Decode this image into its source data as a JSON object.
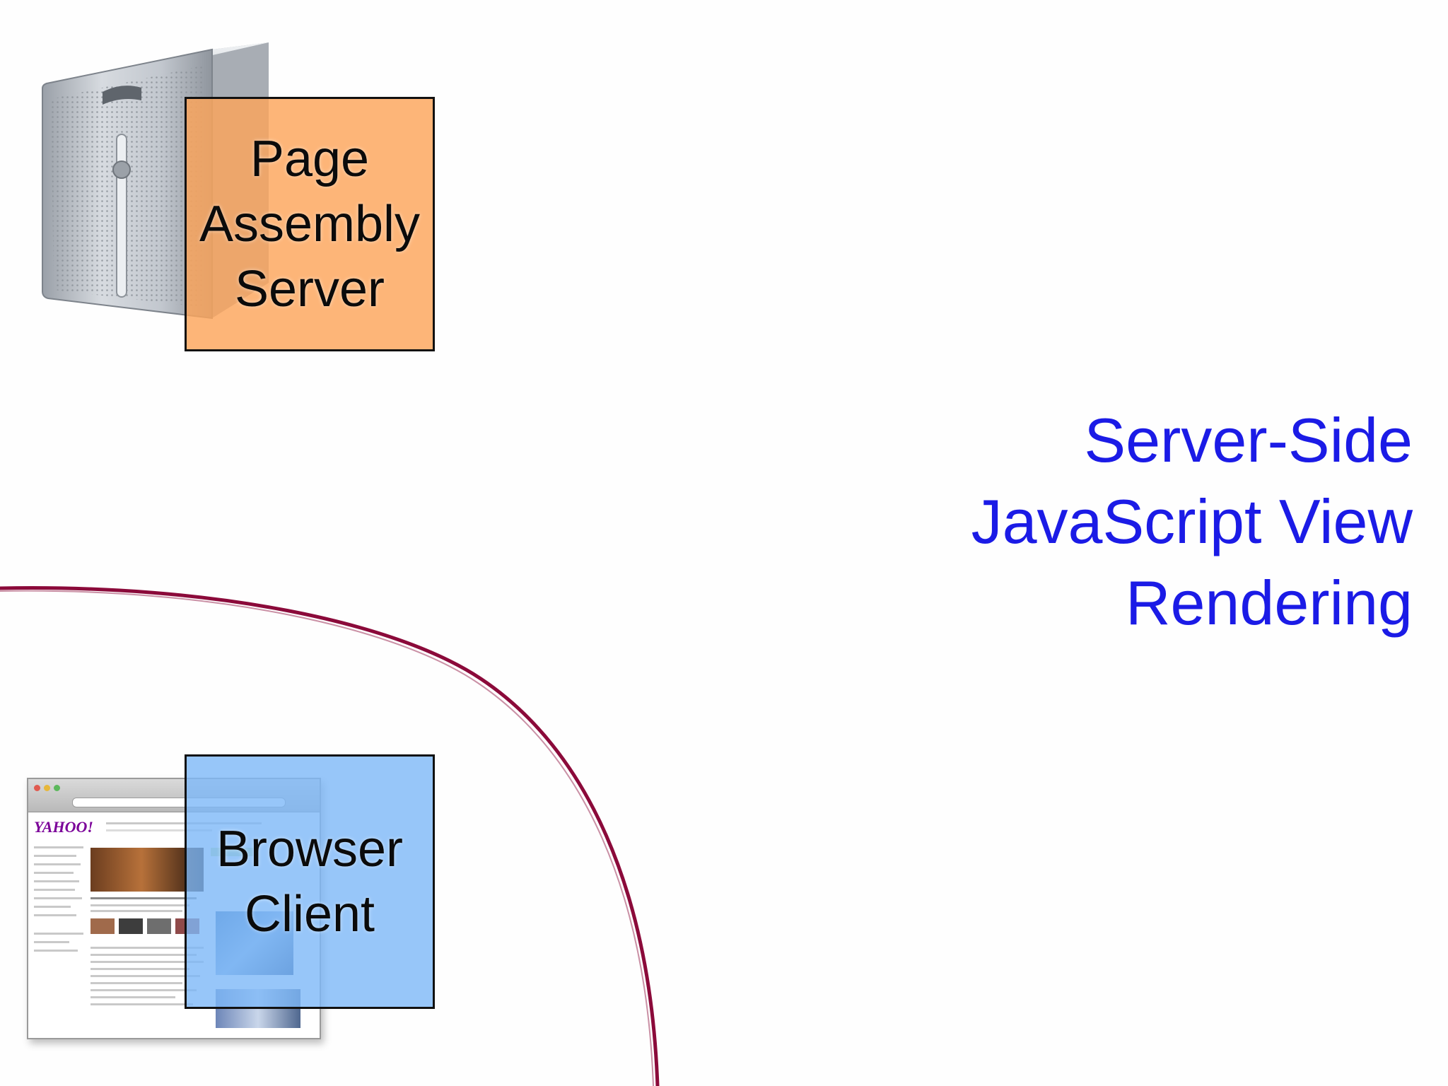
{
  "nodes": {
    "page_assembly_server": {
      "lines": [
        "Page",
        "Assembly",
        "Server"
      ],
      "fill": "#fda55a"
    },
    "browser_client": {
      "lines": [
        "Browser",
        "Client"
      ],
      "fill": "#7db8f7"
    }
  },
  "heading": {
    "lines": [
      "Server-Side",
      "JavaScript View",
      "Rendering"
    ],
    "color": "#1b1be6"
  },
  "browser_screenshot": {
    "logo": "YAHOO!"
  },
  "boundary_curve": {
    "color": "#8b0a3a"
  },
  "icons": [
    "server-tower-icon",
    "browser-window-icon"
  ]
}
